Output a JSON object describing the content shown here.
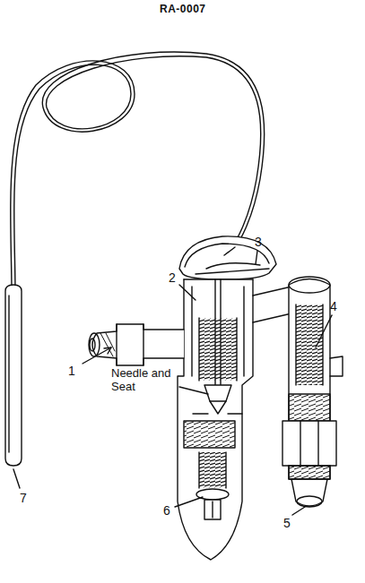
{
  "diagram": {
    "labels": [
      "RA-0007",
      "1",
      "2",
      "3",
      "4",
      "5",
      "6",
      "7",
      "Needle and Seat"
    ]
  }
}
